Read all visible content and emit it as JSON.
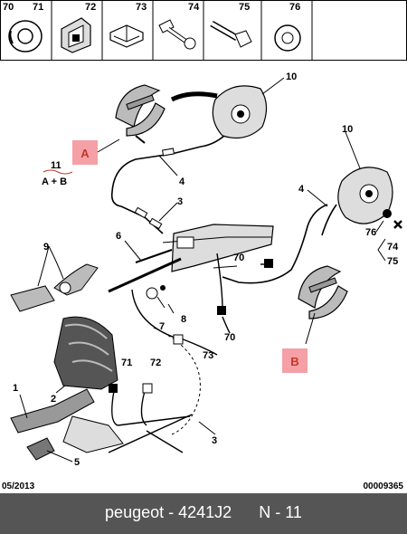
{
  "header_refs": [
    "70",
    "71",
    "72",
    "73",
    "74",
    "75",
    "76"
  ],
  "callouts": {
    "c10a": "10",
    "c10b": "10",
    "c4a": "4",
    "c4b": "4",
    "c3a": "3",
    "c3b": "3",
    "c6": "6",
    "c9": "9",
    "c7": "7",
    "c8": "8",
    "c70a": "70",
    "c70b": "70",
    "c73": "73",
    "c71": "71",
    "c72": "72",
    "c1": "1",
    "c2": "2",
    "c5": "5",
    "c76": "76",
    "c74": "74",
    "c75": "75",
    "c11": "11",
    "c11sub": "A + B"
  },
  "highlight_labels": {
    "a": "A",
    "b": "B"
  },
  "footer": {
    "date": "05/2013",
    "code": "00009365"
  },
  "bottom_bar": {
    "brand": "peugeot",
    "part": "4241J2",
    "ref": "N - 11"
  },
  "colors": {
    "highlight": "#f4a0a6",
    "bar": "#555555"
  }
}
